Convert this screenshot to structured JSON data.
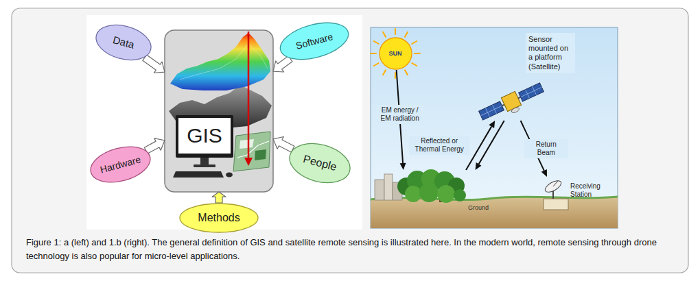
{
  "diagram": {
    "caption": "Figure 1: a (left) and 1.b (right). The general definition of GIS and satellite remote sensing is illustrated here. In the modern world, remote sensing through drone technology is also popular for micro-level applications.",
    "nodes": [
      {
        "text": [
          "Data"
        ]
      },
      {
        "text": [
          "Software"
        ]
      },
      {
        "text": [
          "Hardware"
        ]
      },
      {
        "text": [
          "People"
        ]
      },
      {
        "text": [
          "Methods"
        ]
      },
      {
        "text": [
          "GIS"
        ]
      },
      {
        "text": [
          "SUN"
        ]
      },
      {
        "text": [
          "Sensor mounted on a platform (Satellite)"
        ]
      },
      {
        "text": [
          "Ground"
        ]
      },
      {
        "text": [
          "Receiving Station"
        ]
      }
    ],
    "edges": [
      {
        "from": 0,
        "to": 5,
        "arrow": "to"
      },
      {
        "from": 1,
        "to": 5,
        "arrow": "to"
      },
      {
        "from": 2,
        "to": 5,
        "arrow": "to"
      },
      {
        "from": 3,
        "to": 5,
        "arrow": "to"
      },
      {
        "from": 4,
        "to": 5,
        "arrow": "to"
      },
      {
        "from": 6,
        "to": 8,
        "label": "EM energy / EM radiation",
        "arrow": "to"
      },
      {
        "from": 8,
        "to": 7,
        "label": "Reflected or Thermal Energy",
        "arrow": "to"
      },
      {
        "from": 7,
        "to": 8,
        "arrow": "to"
      },
      {
        "from": 7,
        "to": 9,
        "label": "Return Beam",
        "arrow": "to"
      }
    ]
  }
}
